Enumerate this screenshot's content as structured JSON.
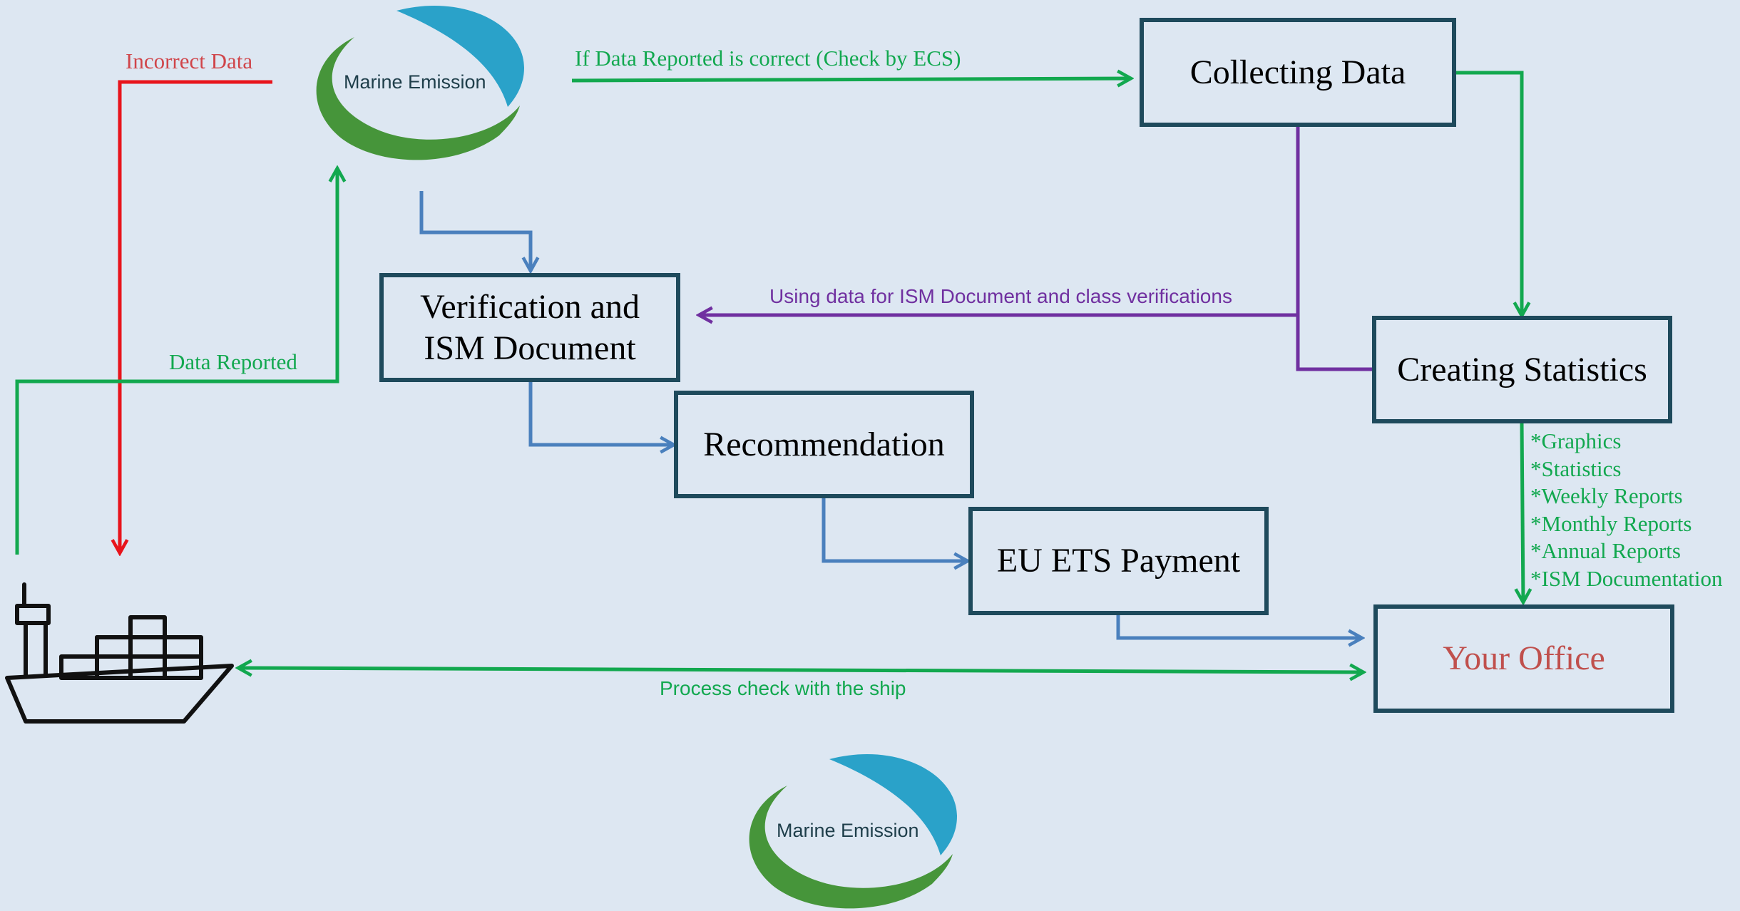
{
  "colors": {
    "background": "#dde7f2",
    "box_border": "#1e4a5c",
    "green": "#12a84f",
    "red": "#e8141c",
    "blue": "#4a80bd",
    "purple": "#7030a0",
    "office_text": "#c0504d",
    "logo_blue": "#2aa2c9",
    "logo_green": "#46953a"
  },
  "logos": {
    "top_text": "Marine Emission",
    "bottom_text": "Marine Emission"
  },
  "boxes": {
    "collecting": "Collecting Data",
    "verification_line1": "Verification and",
    "verification_line2": "ISM Document",
    "recommendation": "Recommendation",
    "eu_ets": "EU ETS Payment",
    "statistics": "Creating Statistics",
    "office": "Your Office"
  },
  "labels": {
    "incorrect": "Incorrect Data",
    "correct": "If Data Reported is correct (Check by ECS)",
    "data_reported": "Data Reported",
    "ism_usage": "Using data for ISM Document and class verifications",
    "process_check": "Process check with the ship"
  },
  "outputs": [
    "*Graphics",
    "*Statistics",
    "*Weekly Reports",
    "*Monthly Reports",
    "*Annual Reports",
    "*ISM Documentation"
  ],
  "icons": {
    "ship": "cargo-ship-icon"
  }
}
